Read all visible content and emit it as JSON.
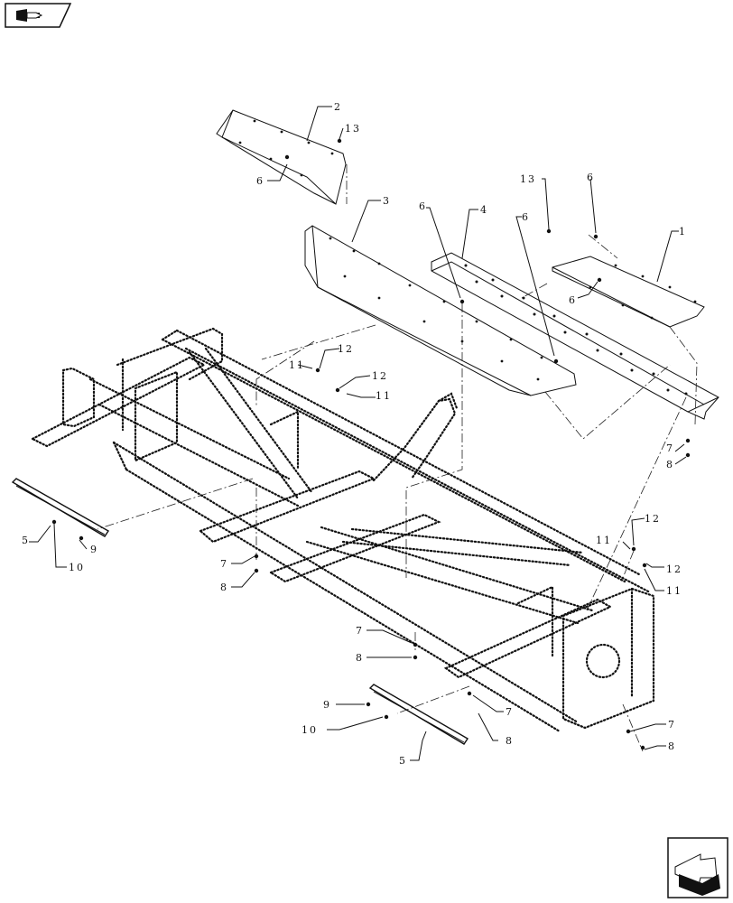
{
  "icons": {
    "top_left": "book-arrow-icon",
    "bottom_right": "next-page-arrow-icon"
  },
  "callouts": [
    {
      "id": "c2",
      "text": "2"
    },
    {
      "id": "c13a",
      "text": "13"
    },
    {
      "id": "c6a",
      "text": "6"
    },
    {
      "id": "c3",
      "text": "3"
    },
    {
      "id": "c6b",
      "text": "6"
    },
    {
      "id": "c4",
      "text": "4"
    },
    {
      "id": "c6c",
      "text": "6"
    },
    {
      "id": "c13b",
      "text": "13"
    },
    {
      "id": "c6d",
      "text": "6"
    },
    {
      "id": "c1",
      "text": "1"
    },
    {
      "id": "c6e",
      "text": "6"
    },
    {
      "id": "c12a",
      "text": "12"
    },
    {
      "id": "c11a",
      "text": "11"
    },
    {
      "id": "c12b",
      "text": "12"
    },
    {
      "id": "c11b",
      "text": "11"
    },
    {
      "id": "c7a",
      "text": "7"
    },
    {
      "id": "c8a",
      "text": "8"
    },
    {
      "id": "c5a",
      "text": "5"
    },
    {
      "id": "c9a",
      "text": "9"
    },
    {
      "id": "c10a",
      "text": "10"
    },
    {
      "id": "c7b",
      "text": "7"
    },
    {
      "id": "c8b",
      "text": "8"
    },
    {
      "id": "c12c",
      "text": "12"
    },
    {
      "id": "c11c",
      "text": "11"
    },
    {
      "id": "c12d",
      "text": "12"
    },
    {
      "id": "c11d",
      "text": "11"
    },
    {
      "id": "c7c",
      "text": "7"
    },
    {
      "id": "c8c",
      "text": "8"
    },
    {
      "id": "c9b",
      "text": "9"
    },
    {
      "id": "c10b",
      "text": "10"
    },
    {
      "id": "c5b",
      "text": "5"
    },
    {
      "id": "c7d",
      "text": "7"
    },
    {
      "id": "c8d",
      "text": "8"
    },
    {
      "id": "c7e",
      "text": "7"
    },
    {
      "id": "c8e",
      "text": "8"
    }
  ]
}
